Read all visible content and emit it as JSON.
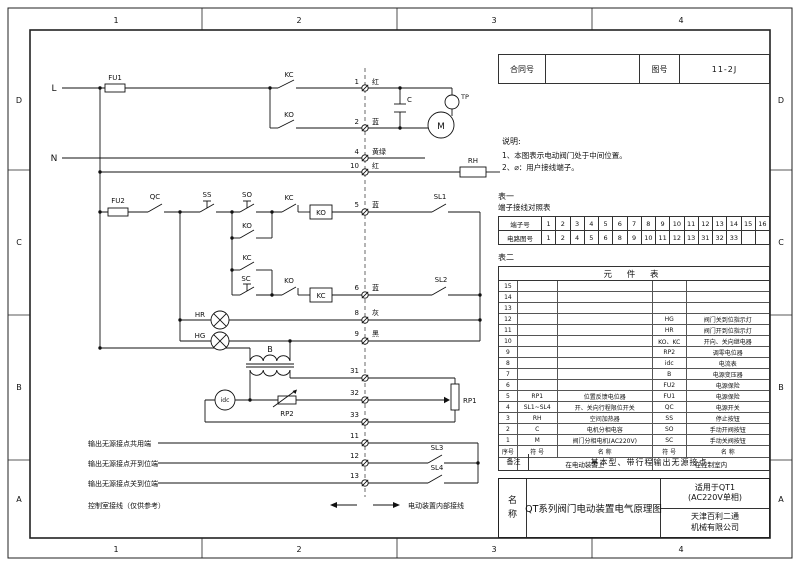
{
  "frame": {
    "cols": [
      "1",
      "2",
      "3",
      "4"
    ],
    "rows": [
      "D",
      "C",
      "B",
      "A"
    ]
  },
  "header_block": {
    "contract_label": "合同号",
    "drawing_label": "图号",
    "drawing_no": "11-2J"
  },
  "notes": {
    "title": "说明:",
    "items": [
      "1、本图表示电动阀门处于中间位置。",
      "2、⌀：用户接线端子。"
    ]
  },
  "table1": {
    "title": "表一",
    "subtitle": "端子接线对照表",
    "row1_label": "端子号",
    "row2_label": "电路图号",
    "terminals": [
      "1",
      "2",
      "3",
      "4",
      "5",
      "6",
      "7",
      "8",
      "9",
      "10",
      "11",
      "12",
      "13",
      "14",
      "15",
      "16"
    ],
    "circuit_nos": [
      "1",
      "2",
      "4",
      "5",
      "6",
      "8",
      "9",
      "10",
      "11",
      "12",
      "13",
      "31",
      "32",
      "33",
      "",
      ""
    ]
  },
  "table2": {
    "title": "表二",
    "header": "元 件 表",
    "rows": [
      {
        "num": "15",
        "s1": "",
        "n1": "",
        "s2": "",
        "n2": ""
      },
      {
        "num": "14",
        "s1": "",
        "n1": "",
        "s2": "",
        "n2": ""
      },
      {
        "num": "13",
        "s1": "",
        "n1": "",
        "s2": "",
        "n2": ""
      },
      {
        "num": "12",
        "s1": "",
        "n1": "",
        "s2": "HG",
        "n2": "阀门关到位指示灯"
      },
      {
        "num": "11",
        "s1": "",
        "n1": "",
        "s2": "HR",
        "n2": "阀门开到位指示灯"
      },
      {
        "num": "10",
        "s1": "",
        "n1": "",
        "s2": "KO、KC",
        "n2": "开向、关向继电器"
      },
      {
        "num": "9",
        "s1": "",
        "n1": "",
        "s2": "RP2",
        "n2": "调零电位器"
      },
      {
        "num": "8",
        "s1": "",
        "n1": "",
        "s2": "idc",
        "n2": "电流表"
      },
      {
        "num": "7",
        "s1": "",
        "n1": "",
        "s2": "B",
        "n2": "电源变压器"
      },
      {
        "num": "6",
        "s1": "",
        "n1": "",
        "s2": "FU2",
        "n2": "电源保险"
      },
      {
        "num": "5",
        "s1": "RP1",
        "n1": "位置反馈电位器",
        "s2": "FU1",
        "n2": "电源保险"
      },
      {
        "num": "4",
        "s1": "SL1~SL4",
        "n1": "开、关向行程限位开关",
        "s2": "QC",
        "n2": "电源开关"
      },
      {
        "num": "3",
        "s1": "RH",
        "n1": "空间加热器",
        "s2": "SS",
        "n2": "停止按钮"
      },
      {
        "num": "2",
        "s1": "C",
        "n1": "电机分相电容",
        "s2": "SO",
        "n2": "手动开阀按钮"
      },
      {
        "num": "1",
        "s1": "M",
        "n1": "阀门分相电机(AC220V)",
        "s2": "SC",
        "n2": "手动关阀按钮"
      }
    ],
    "footer": {
      "num": "序号",
      "s1": "符 号",
      "n1": "名 称",
      "s2": "符 号",
      "n2": "名 称"
    },
    "locations": {
      "left": "在电动装置上",
      "right": "在控制室内"
    }
  },
  "remark": {
    "label": "备注",
    "text": "基本型、带行程输出无源接点"
  },
  "title_block": {
    "name_line1": "名",
    "name_line2": "称",
    "title": "QT系列阀门电动装置电气原理图",
    "applicable_line1": "适用于QT1",
    "applicable_line2": "(AC220V单相)",
    "company_line1": "天津百利二通",
    "company_line2": "机械有限公司"
  },
  "circuit": {
    "l": "L",
    "n": "N",
    "fu1": "FU1",
    "fu2": "FU2",
    "qc": "QC",
    "ss": "SS",
    "so": "SO",
    "sc": "SC",
    "kc_motor": "KC",
    "ko_motor": "KO",
    "kc_interlock": "KC",
    "ko_coil": "KO",
    "ko_hold": "KO",
    "kc_hold": "KC",
    "ko_interlock": "KO",
    "kc_coil": "KC",
    "sl1": "SL1",
    "sl2": "SL2",
    "sl3": "SL3",
    "sl4": "SL4",
    "hr": "HR",
    "hg": "HG",
    "rh": "RH",
    "b": "B",
    "idc": "idc",
    "rp1": "RP1",
    "rp2": "RP2",
    "tp": "TP",
    "cap": "C",
    "m": "M",
    "w1": "1",
    "w2": "2",
    "w4": "4",
    "w5": "5",
    "w6": "6",
    "w8": "8",
    "w9": "9",
    "w10": "10",
    "w11": "11",
    "w12": "12",
    "w13": "13",
    "w31": "31",
    "w32": "32",
    "w33": "33",
    "c1": "红",
    "c2": "蓝",
    "c4": "黄绿",
    "c5": "蓝",
    "c6": "蓝",
    "c8": "灰",
    "c9": "黑",
    "c10": "红",
    "out_common": "输出无源接点共用端",
    "out_open": "输出无源接点开到位端",
    "out_close": "输出无源接点关到位端",
    "left_zone": "控制室接线（仅供参考）",
    "right_zone": "电动装置内部接线"
  }
}
